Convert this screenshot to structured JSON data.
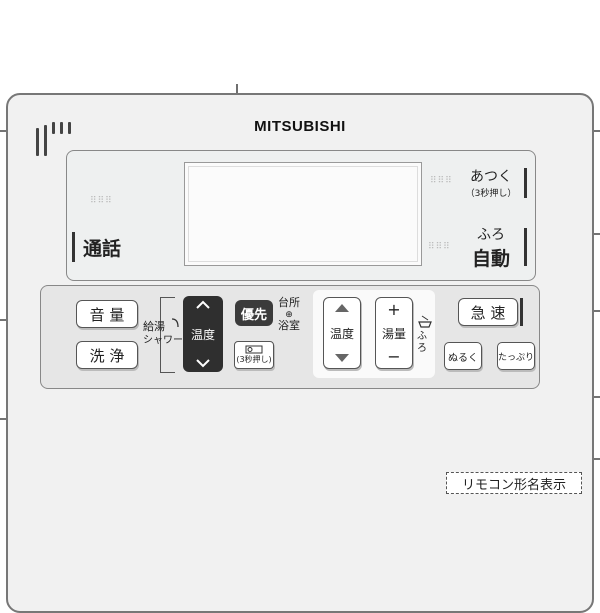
{
  "brand": "MITSUBISHI",
  "buttons": {
    "tsuwa": "通話",
    "atsuku": "あつく",
    "atsuku_sub": "（3秒押し）",
    "furo": "ふろ",
    "jidou": "自動",
    "onryou": "音 量",
    "senjou": "洗 浄",
    "kyuto_label": "給湯",
    "shower_label": "シャワー",
    "kyuto_temp": "温度",
    "yuusen": "優先",
    "daidokoro": "台所",
    "yokushitsu": "浴室",
    "lock_sub": "(3秒押し)",
    "furo_temp": "温度",
    "yuryou": "湯量",
    "plus": "+",
    "minus": "−",
    "furo_side": "ふろ",
    "kyusoku": "急 速",
    "nuruku": "ぬるく",
    "tappuri": "たっぷり"
  },
  "model_label": "リモコン形名表示",
  "icons": [
    "microphone-icon",
    "chevron-up-icon",
    "chevron-down-icon",
    "key-icon",
    "triangle-up-icon",
    "triangle-down-icon",
    "bath-icon",
    "shower-icon"
  ]
}
